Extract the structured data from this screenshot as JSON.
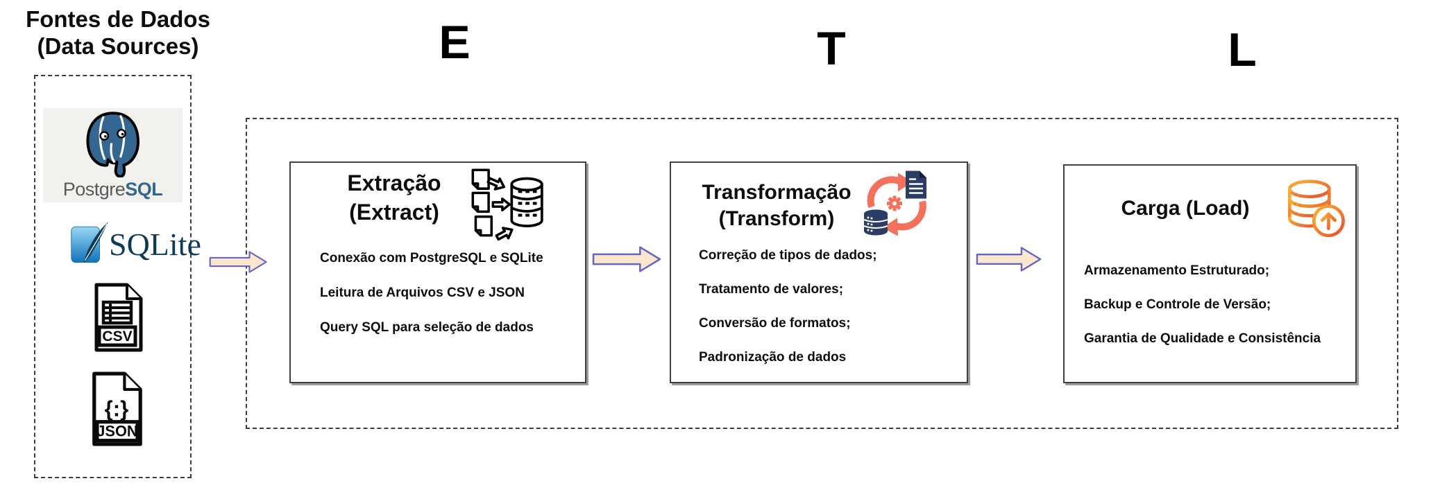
{
  "data_sources": {
    "title_line1": "Fontes de Dados",
    "title_line2": "(Data Sources)",
    "postgresql_label_gray": "Postgre",
    "postgresql_label_blue": "SQL",
    "sqlite_label": "SQLite",
    "csv_label": "CSV",
    "json_glyph": "{:}",
    "json_label": "JSON",
    "items": [
      {
        "name": "PostgreSQL",
        "icon": "postgresql-elephant-icon"
      },
      {
        "name": "SQLite",
        "icon": "sqlite-feather-icon"
      },
      {
        "name": "CSV",
        "icon": "csv-file-icon"
      },
      {
        "name": "JSON",
        "icon": "json-file-icon"
      }
    ]
  },
  "stages": [
    {
      "letter": "E",
      "title_line1": "Extração",
      "title_line2": "(Extract)",
      "icon": "files-to-database-extract-icon",
      "bullets": [
        "Conexão com PostgreSQL e SQLite",
        "Leitura de Arquivos CSV e JSON",
        "Query SQL para seleção de dados"
      ]
    },
    {
      "letter": "T",
      "title_line1": "Transformação",
      "title_line2": "(Transform)",
      "icon": "document-database-sync-transform-icon",
      "bullets": [
        "Correção de tipos de dados;",
        "Tratamento de valores;",
        "Conversão de formatos;",
        "Padronização de dados"
      ]
    },
    {
      "letter": "L",
      "title_line1": "Carga (Load)",
      "title_line2": "",
      "icon": "database-upload-load-icon",
      "bullets": [
        "Armazenamento Estruturado;",
        "Backup e Controle de Versão;",
        "Garantia de Qualidade e Consistência"
      ]
    }
  ],
  "colors": {
    "flow_arrow_fill": "#FDE6CE",
    "flow_arrow_stroke": "#6266C4",
    "postgres_blue": "#336791",
    "postgres_gray": "#58595B",
    "sqlite_dark": "#0D3B57",
    "sqlite_gradient_top": "#9AD7F3",
    "sqlite_gradient_bottom": "#1173BC",
    "transform_coral": "#F4715C",
    "transform_navy": "#2B3D66",
    "load_gradient_start": "#F9B233",
    "load_gradient_end": "#E94E2B",
    "box_border": "#3F3F3F"
  }
}
